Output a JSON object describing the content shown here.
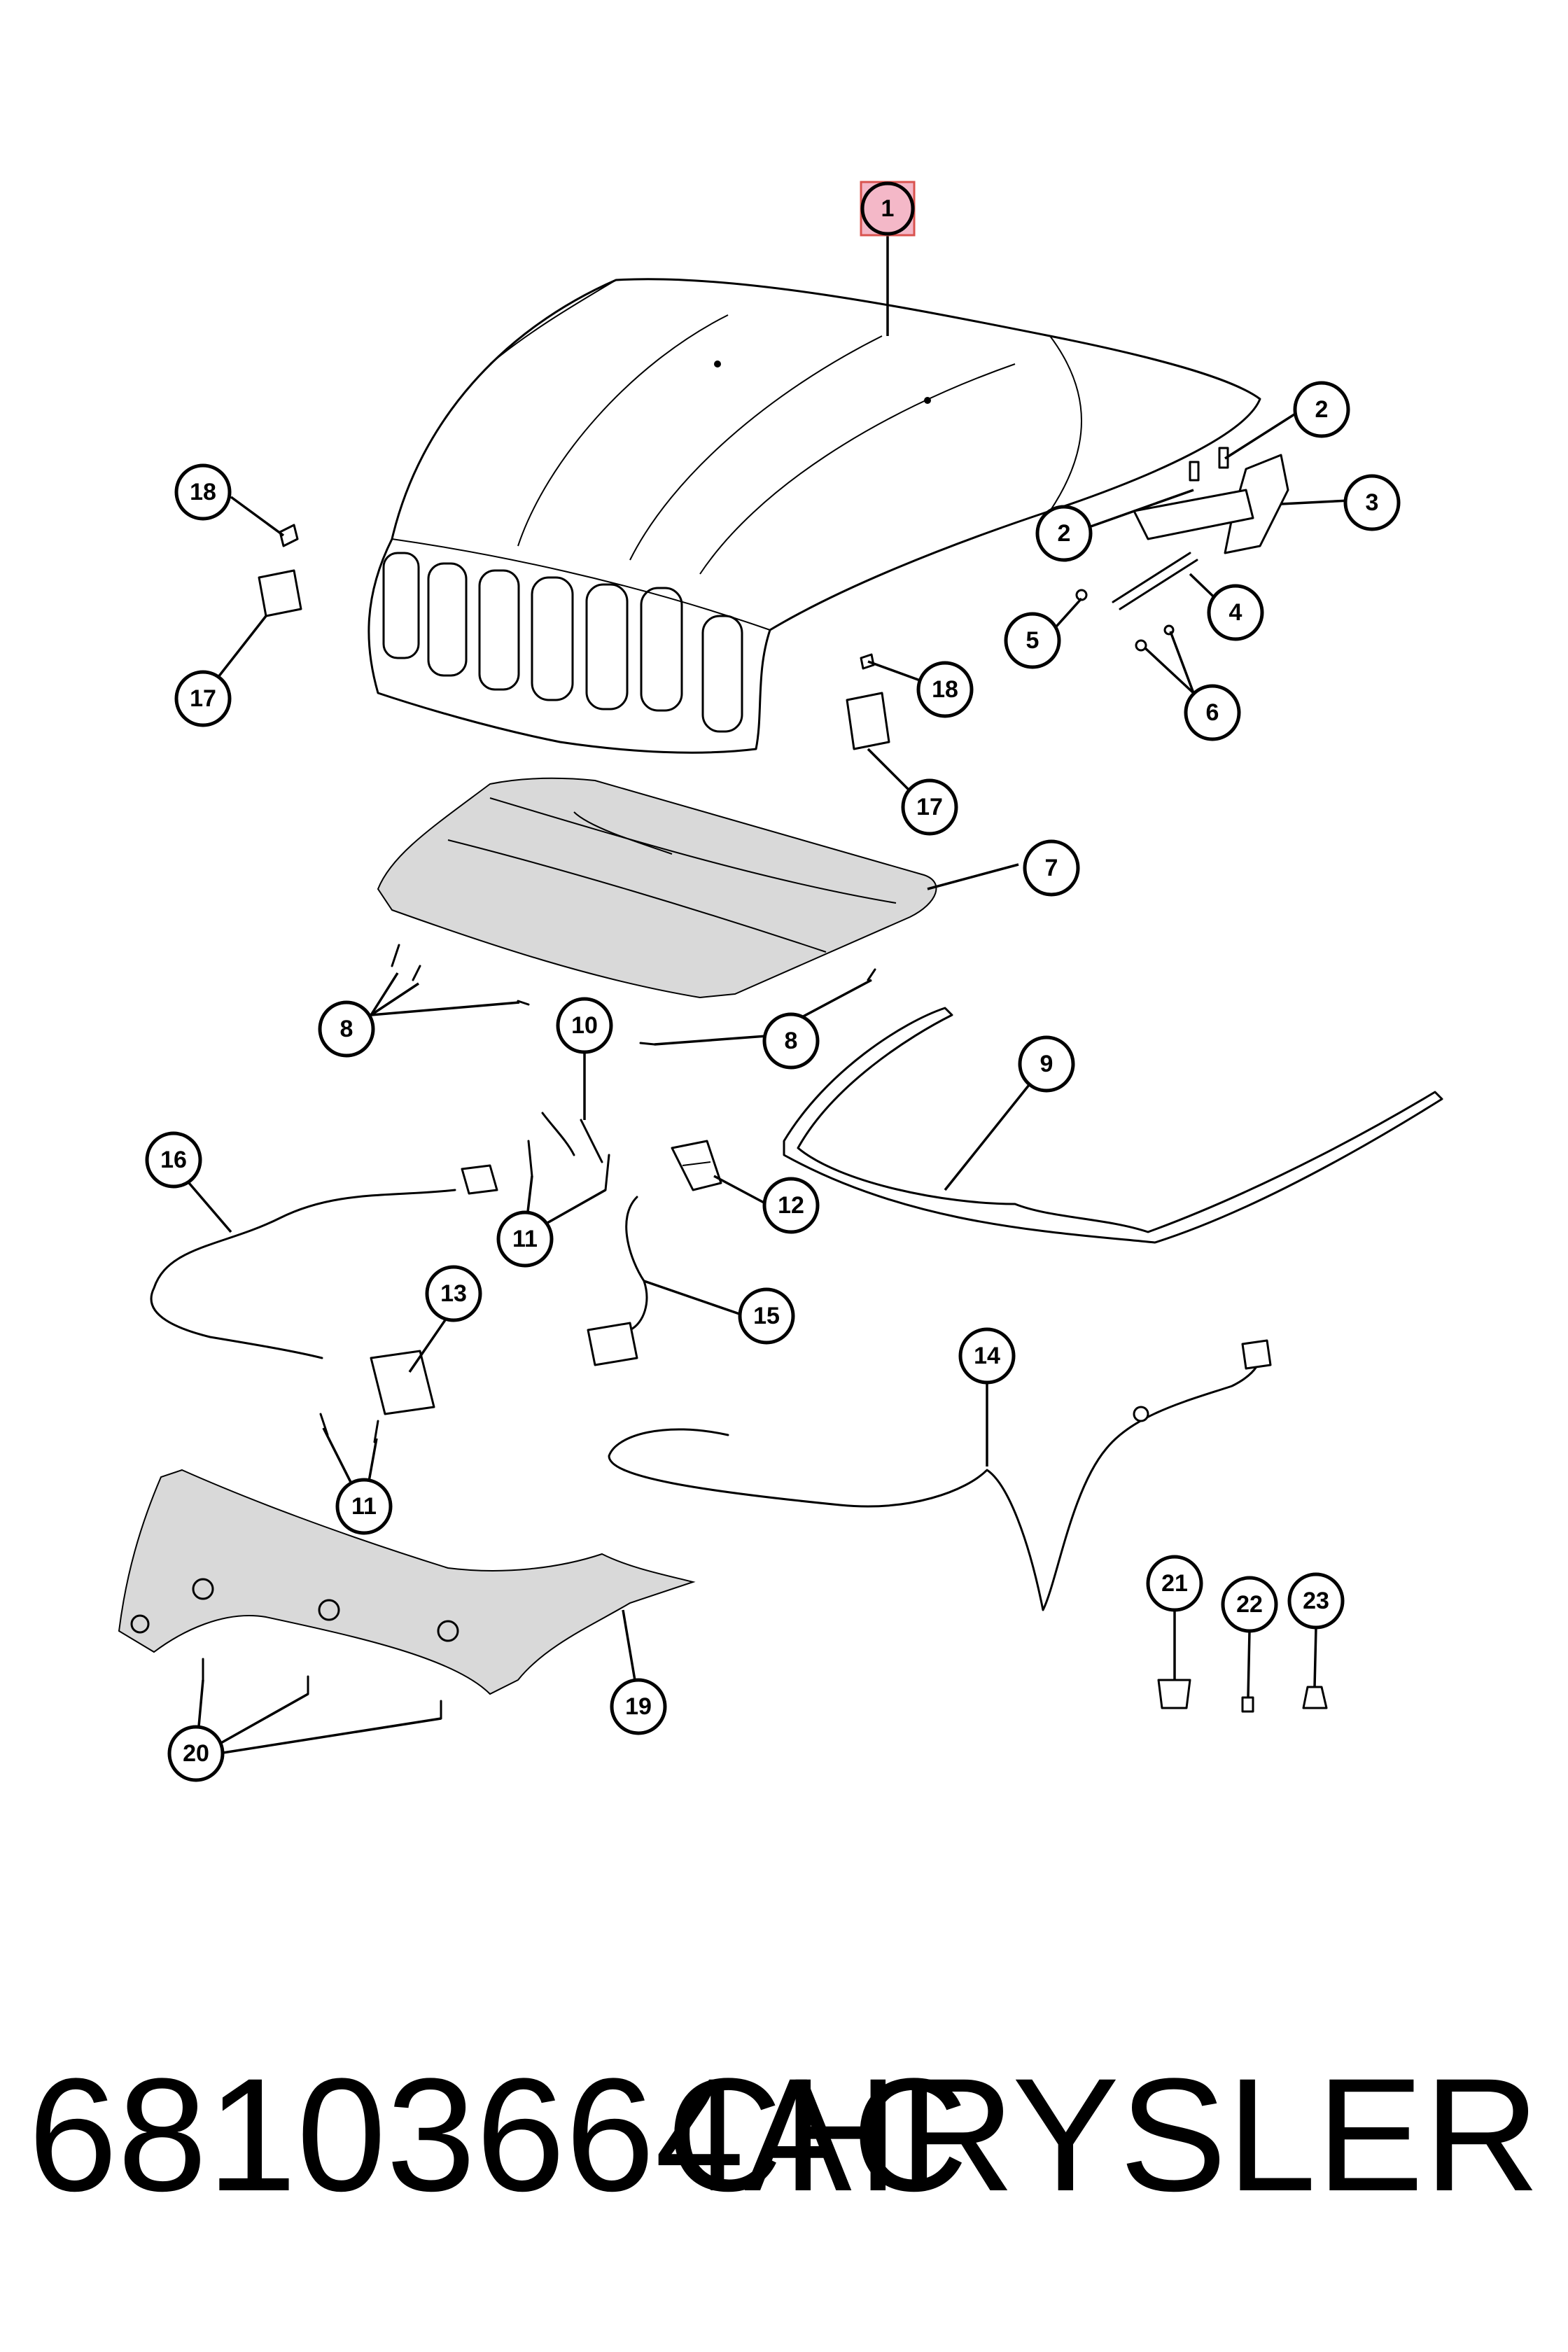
{
  "diagram": {
    "callouts": [
      {
        "id": "c1",
        "label": "1"
      },
      {
        "id": "c2a",
        "label": "2"
      },
      {
        "id": "c2b",
        "label": "2"
      },
      {
        "id": "c3",
        "label": "3"
      },
      {
        "id": "c4",
        "label": "4"
      },
      {
        "id": "c5",
        "label": "5"
      },
      {
        "id": "c6",
        "label": "6"
      },
      {
        "id": "c7",
        "label": "7"
      },
      {
        "id": "c8a",
        "label": "8"
      },
      {
        "id": "c8b",
        "label": "8"
      },
      {
        "id": "c9",
        "label": "9"
      },
      {
        "id": "c10",
        "label": "10"
      },
      {
        "id": "c11a",
        "label": "11"
      },
      {
        "id": "c11b",
        "label": "11"
      },
      {
        "id": "c12",
        "label": "12"
      },
      {
        "id": "c13",
        "label": "13"
      },
      {
        "id": "c14",
        "label": "14"
      },
      {
        "id": "c15",
        "label": "15"
      },
      {
        "id": "c16",
        "label": "16"
      },
      {
        "id": "c17a",
        "label": "17"
      },
      {
        "id": "c17b",
        "label": "17"
      },
      {
        "id": "c18a",
        "label": "18"
      },
      {
        "id": "c18b",
        "label": "18"
      },
      {
        "id": "c19",
        "label": "19"
      },
      {
        "id": "c20",
        "label": "20"
      },
      {
        "id": "c21",
        "label": "21"
      },
      {
        "id": "c22",
        "label": "22"
      },
      {
        "id": "c23",
        "label": "23"
      }
    ],
    "highlighted_callout": "1",
    "highlight_color": "#f4b8c8",
    "highlight_border": "#d9534f"
  },
  "footer": {
    "part_number": "68103664AC",
    "manufacturer": "CHRYSLER"
  }
}
